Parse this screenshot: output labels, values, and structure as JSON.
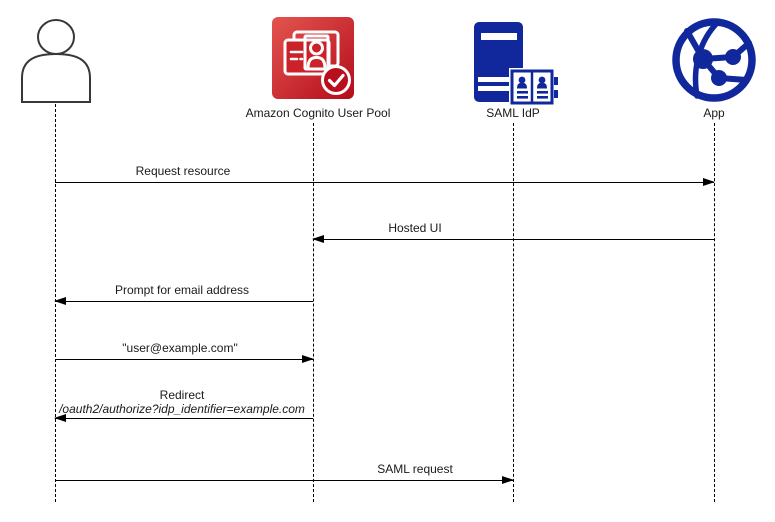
{
  "diagram": {
    "background": "#ffffff",
    "line_color": "#000000",
    "colors": {
      "cognito_red_start": "#e4554f",
      "cognito_red_end": "#b30d1b",
      "navy_blue": "#10289c"
    },
    "actors": [
      {
        "id": "user",
        "label": "",
        "icon": "person-icon"
      },
      {
        "id": "cognito",
        "label": "Amazon Cognito User Pool",
        "icon": "amazon-cognito-icon"
      },
      {
        "id": "saml_idp",
        "label": "SAML IdP",
        "icon": "saml-idp-server-icon"
      },
      {
        "id": "app",
        "label": "App",
        "icon": "app-globe-icon"
      }
    ],
    "messages": [
      {
        "from": "user",
        "to": "app",
        "direction": "right",
        "label": "Request resource"
      },
      {
        "from": "app",
        "to": "cognito",
        "direction": "left",
        "label": "Hosted UI"
      },
      {
        "from": "cognito",
        "to": "user",
        "direction": "left",
        "label": "Prompt for email address"
      },
      {
        "from": "user",
        "to": "cognito",
        "direction": "right",
        "label": "\"user@example.com\""
      },
      {
        "from": "cognito",
        "to": "user",
        "direction": "left",
        "label": "Redirect",
        "label_line2": "/oauth2/authorize?idp_identifier=example.com"
      },
      {
        "from": "user",
        "to": "saml_idp",
        "direction": "right",
        "label": "SAML request"
      }
    ]
  }
}
